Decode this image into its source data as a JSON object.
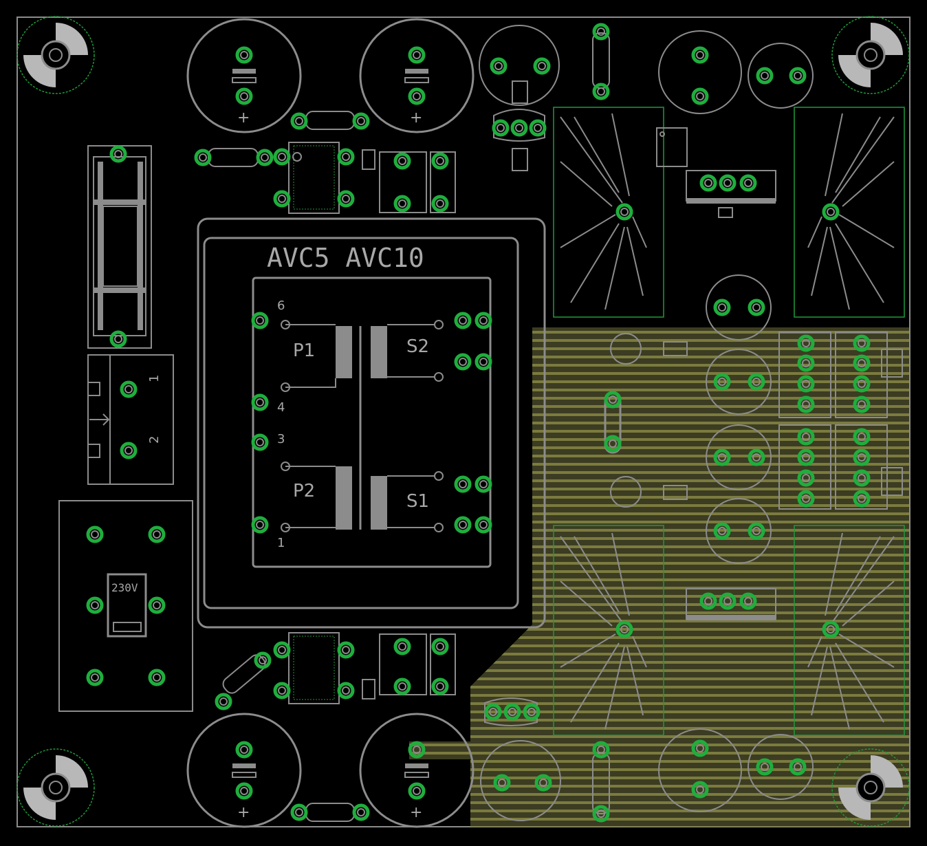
{
  "labels": {
    "transformer_title": "AVC5  AVC10",
    "primary_1": "P1",
    "primary_2": "P2",
    "secondary_1": "S1",
    "secondary_2": "S2",
    "pin_6": "6",
    "pin_4": "4",
    "pin_3": "3",
    "pin_1": "1",
    "terminal_1": "1",
    "terminal_2": "2",
    "voltage_selector": "230V",
    "plus": "+"
  },
  "colors": {
    "background": "#000000",
    "silkscreen": "#8c8c8c",
    "pad": "#1fae3d",
    "copper_pour": "#4a4a2a",
    "outline": "#1f9a3a"
  }
}
